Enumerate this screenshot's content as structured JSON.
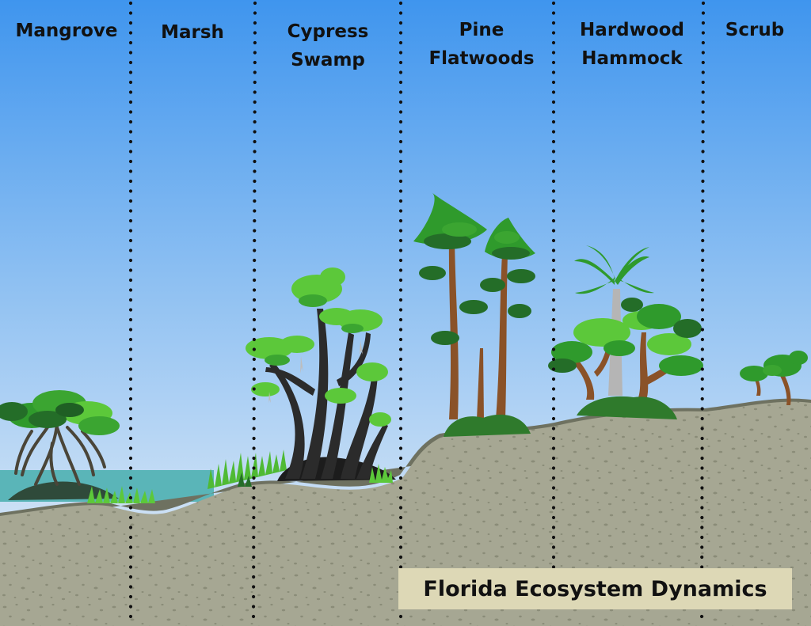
{
  "diagram": {
    "caption": "Florida Ecosystem Dynamics",
    "zones": [
      {
        "name": "Mangrove"
      },
      {
        "name": "Marsh"
      },
      {
        "name": "Cypress Swamp",
        "lines": [
          "Cypress",
          "Swamp"
        ]
      },
      {
        "name": "Pine Flatwoods",
        "lines": [
          "Pine",
          "Flatwoods"
        ]
      },
      {
        "name": "Hardwood Hammock",
        "lines": [
          "Hardwood",
          "Hammock"
        ]
      },
      {
        "name": "Scrub"
      }
    ],
    "colors": {
      "sky_top": "#3f95ee",
      "sky_bottom": "#e6eef7",
      "water": "#5ab5b8",
      "ground": "#a6a793",
      "ground_speckle": "#8a8c78",
      "foliage_light": "#5cc83a",
      "foliage_mid": "#2f9a2c",
      "foliage_dark": "#246d28",
      "trunk_brown": "#8a5228",
      "trunk_dark": "#2b2b2b",
      "caption_bg": "#ddd8b6"
    }
  }
}
